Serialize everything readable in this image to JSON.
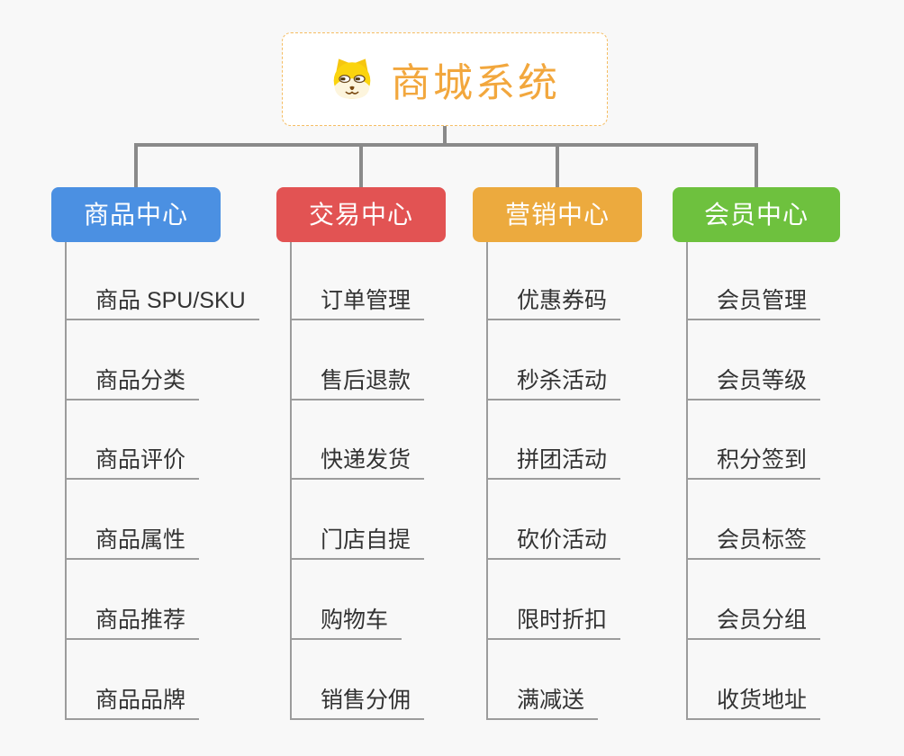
{
  "root": {
    "title": "商城系统",
    "icon": "dog-icon",
    "title_color": "#f2a73d",
    "border_color": "#f5bd62"
  },
  "branches": [
    {
      "label": "商品中心",
      "color": "#4b90e2",
      "items": [
        "商品 SPU/SKU",
        "商品分类",
        "商品评价",
        "商品属性",
        "商品推荐",
        "商品品牌"
      ]
    },
    {
      "label": "交易中心",
      "color": "#e25353",
      "items": [
        "订单管理",
        "售后退款",
        "快递发货",
        "门店自提",
        "购物车",
        "销售分佣"
      ]
    },
    {
      "label": "营销中心",
      "color": "#ecaa3e",
      "items": [
        "优惠券码",
        "秒杀活动",
        "拼团活动",
        "砍价活动",
        "限时折扣",
        "满减送"
      ]
    },
    {
      "label": "会员中心",
      "color": "#6ec13e",
      "items": [
        "会员管理",
        "会员等级",
        "积分签到",
        "会员标签",
        "会员分组",
        "收货地址"
      ]
    }
  ],
  "connector_color": "#8a8a8a",
  "leaf_line_color": "#9c9c9c",
  "leaf_text_color": "#333333",
  "background_color": "#f8f8f8"
}
